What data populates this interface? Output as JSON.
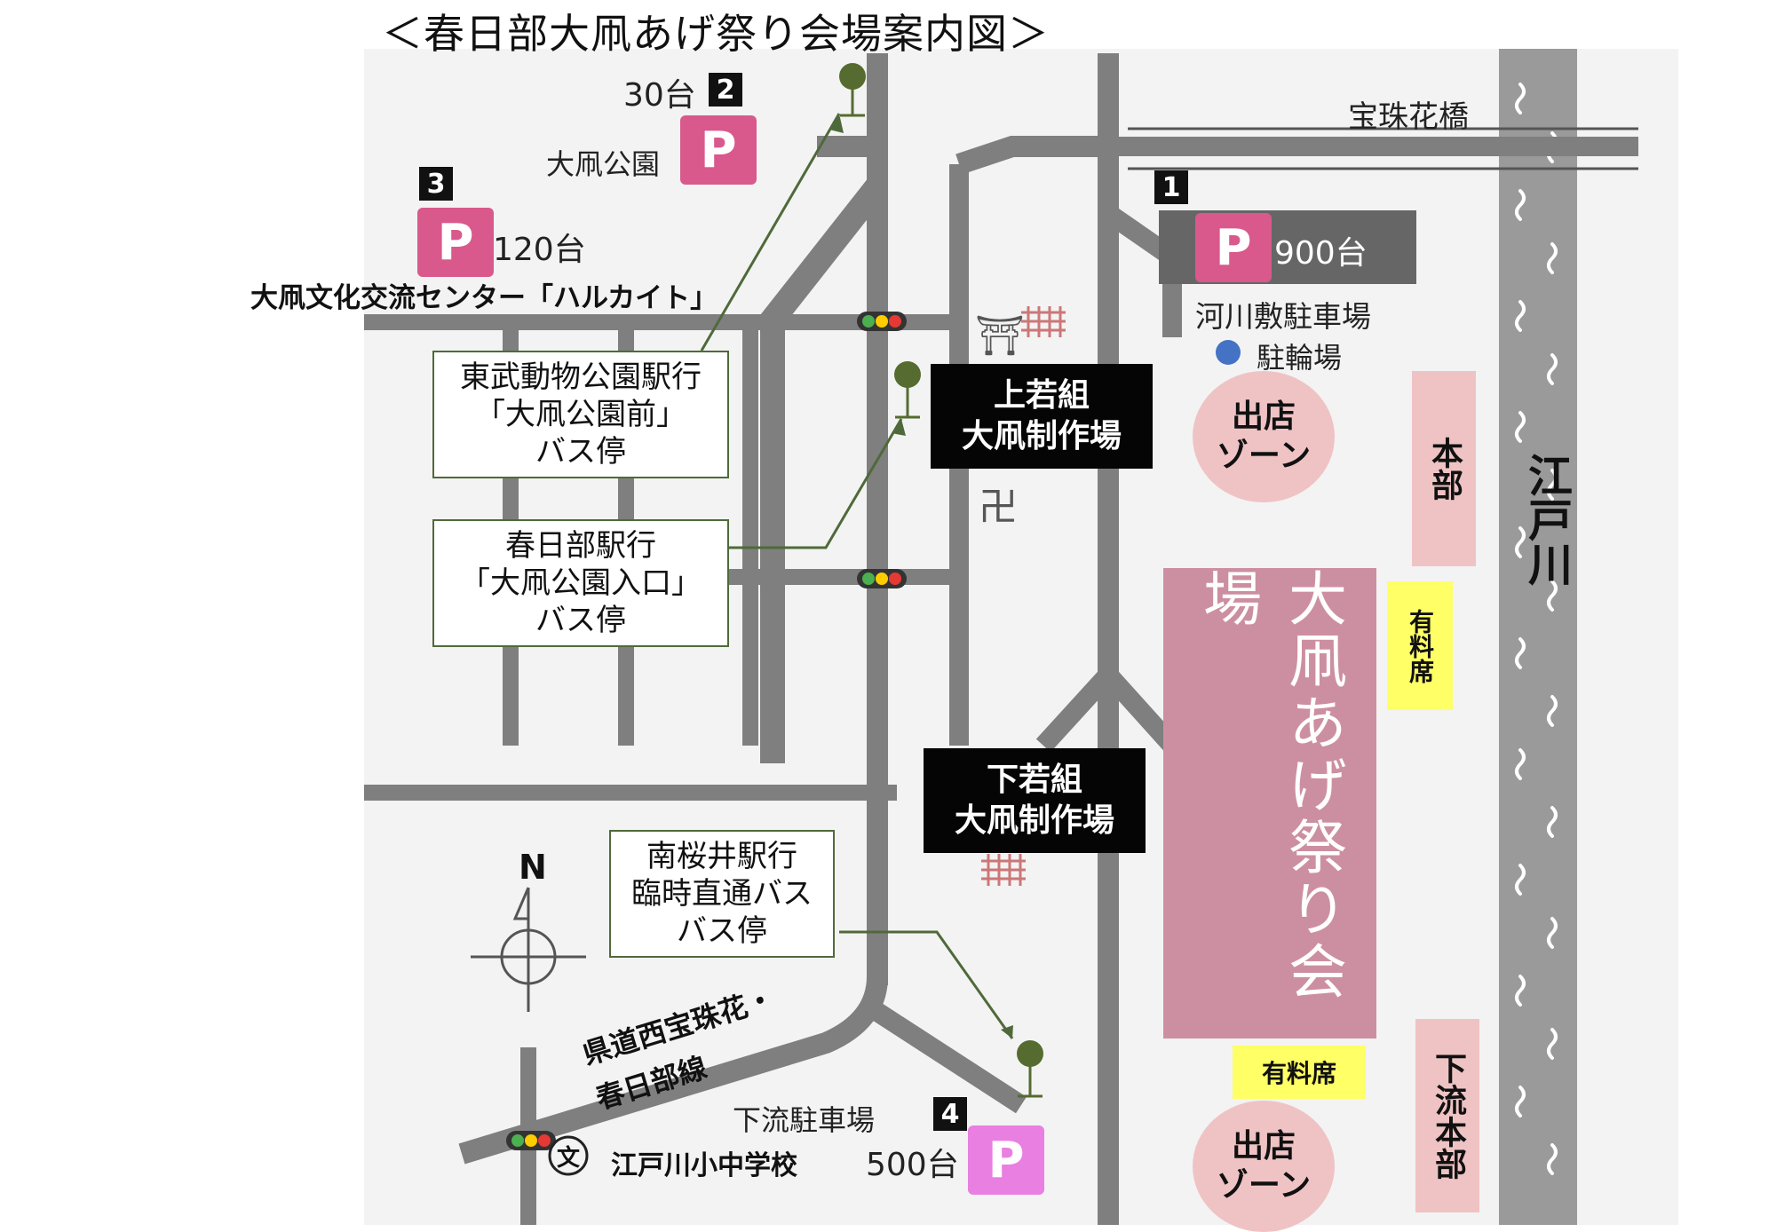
{
  "title": "＜春日部大凧あげ祭り会場案内図＞",
  "parking": {
    "p2": {
      "num": "2",
      "count": "30台",
      "place": "大凧公園",
      "symbol": "P"
    },
    "p3": {
      "num": "3",
      "count": "120台",
      "place": "大凧文化交流センター「ハルカイト」",
      "symbol": "P"
    },
    "p1": {
      "num": "1",
      "count": "900台",
      "place": "河川敷駐車場",
      "symbol": "P"
    },
    "p4": {
      "num": "4",
      "count": "500台",
      "place": "下流駐車場",
      "symbol": "P"
    }
  },
  "bridge": "宝珠花橋",
  "bike_parking": "駐輪場",
  "river": "江戸川",
  "bus_stops": [
    {
      "line1": "東武動物公園駅行",
      "line2": "「大凧公園前」",
      "line3": "バス停"
    },
    {
      "line1": "春日部駅行",
      "line2": "「大凧公園入口」",
      "line3": "バス停"
    },
    {
      "line1": "南桜井駅行",
      "line2": "臨時直通バス",
      "line3": "バス停"
    }
  ],
  "workshops": [
    {
      "line1": "上若組",
      "line2": "大凧制作場"
    },
    {
      "line1": "下若組",
      "line2": "大凧制作場"
    }
  ],
  "zones": [
    {
      "line1": "出店",
      "line2": "ゾーン"
    },
    {
      "line1": "出店",
      "line2": "ゾーン"
    }
  ],
  "hq": "本部",
  "downstream_hq": "下流本部",
  "paid_seats": "有料席",
  "venue": "大凧あげ祭り会場",
  "road_name_1": "県道西宝珠花・",
  "road_name_2": "春日部線",
  "school": "江戸川小中学校",
  "school_symbol": "文",
  "compass_north": "N",
  "symbols": {
    "shrine": "⛩",
    "temple": "卍"
  },
  "colors": {
    "road": "#7f7f7f",
    "parking": "#d9598c",
    "parking_light": "#e97fe0",
    "zone": "#efc3c4",
    "venue": "#cc8fa1",
    "paid_seat": "#ffff66",
    "river": "#9a9a9a",
    "leader_line": "#4f6a3a",
    "bus_pin": "#556b2f",
    "bike_dot": "#4472c4"
  }
}
